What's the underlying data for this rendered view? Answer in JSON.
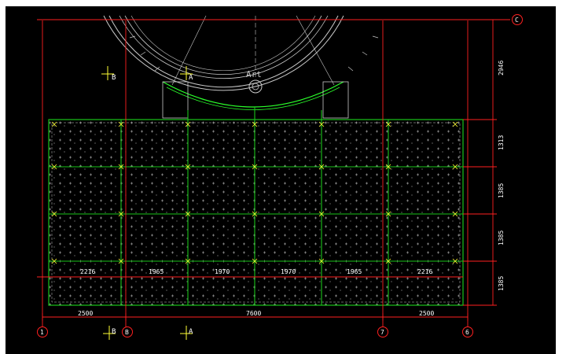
{
  "drawing": {
    "colors": {
      "background": "#000000",
      "grid_line": "#ff2020",
      "slab": "#19c419",
      "slab_bright": "#2bff2b",
      "text": "#ffffff",
      "tank": "#c8c8c8",
      "marker": "#ffff33",
      "hatch": "#9a9a9a"
    },
    "axis_bubbles": {
      "top_right": "C",
      "bottom": [
        "1",
        "B",
        "7",
        "6"
      ]
    },
    "section_marks": [
      {
        "label": "B",
        "note": "B"
      },
      {
        "label": "A",
        "note": "A"
      },
      {
        "label": "B",
        "note": "B"
      },
      {
        "label": "A",
        "note": "A"
      }
    ],
    "tank_label": "Art",
    "panel_dims": [
      "2216",
      "1965",
      "1970",
      "1970",
      "1965",
      "2216"
    ],
    "bottom_dims": [
      "2500",
      "7600",
      "2500"
    ],
    "right_dims": [
      "2946",
      "1313",
      "1385",
      "1385",
      "1385"
    ]
  }
}
